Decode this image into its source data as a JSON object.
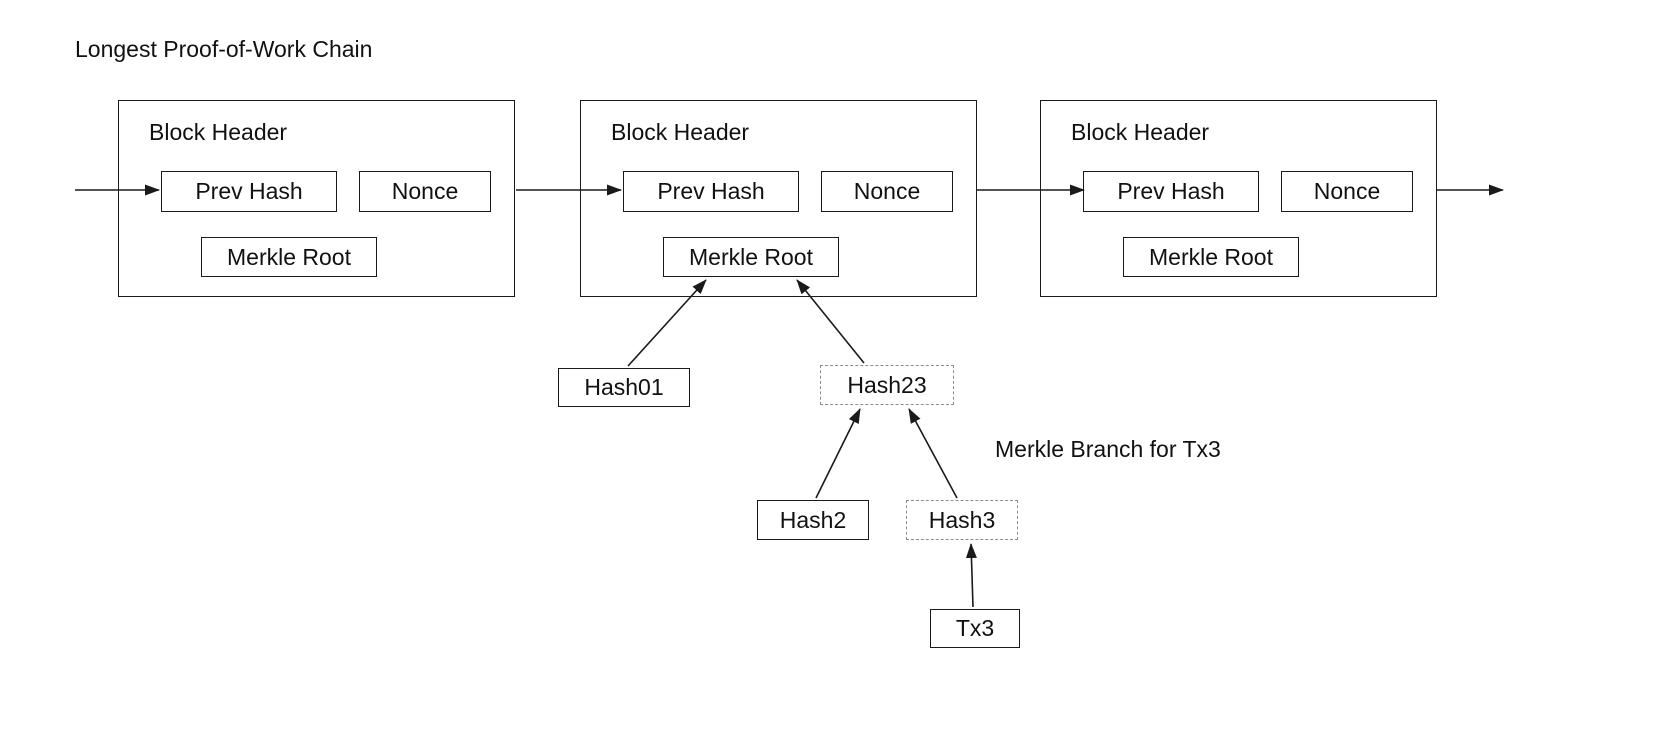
{
  "title": "Longest Proof-of-Work Chain",
  "blocks": [
    {
      "header": "Block Header",
      "prev_hash": "Prev Hash",
      "nonce": "Nonce",
      "merkle_root": "Merkle Root"
    },
    {
      "header": "Block Header",
      "prev_hash": "Prev Hash",
      "nonce": "Nonce",
      "merkle_root": "Merkle Root"
    },
    {
      "header": "Block Header",
      "prev_hash": "Prev Hash",
      "nonce": "Nonce",
      "merkle_root": "Merkle Root"
    }
  ],
  "merkle": {
    "branch_label": "Merkle Branch for Tx3",
    "hash01": "Hash01",
    "hash23": "Hash23",
    "hash2": "Hash2",
    "hash3": "Hash3",
    "tx3": "Tx3"
  },
  "colors": {
    "line": "#1a1a1a",
    "dashed_border": "#8c8c8c",
    "background": "#ffffff"
  }
}
